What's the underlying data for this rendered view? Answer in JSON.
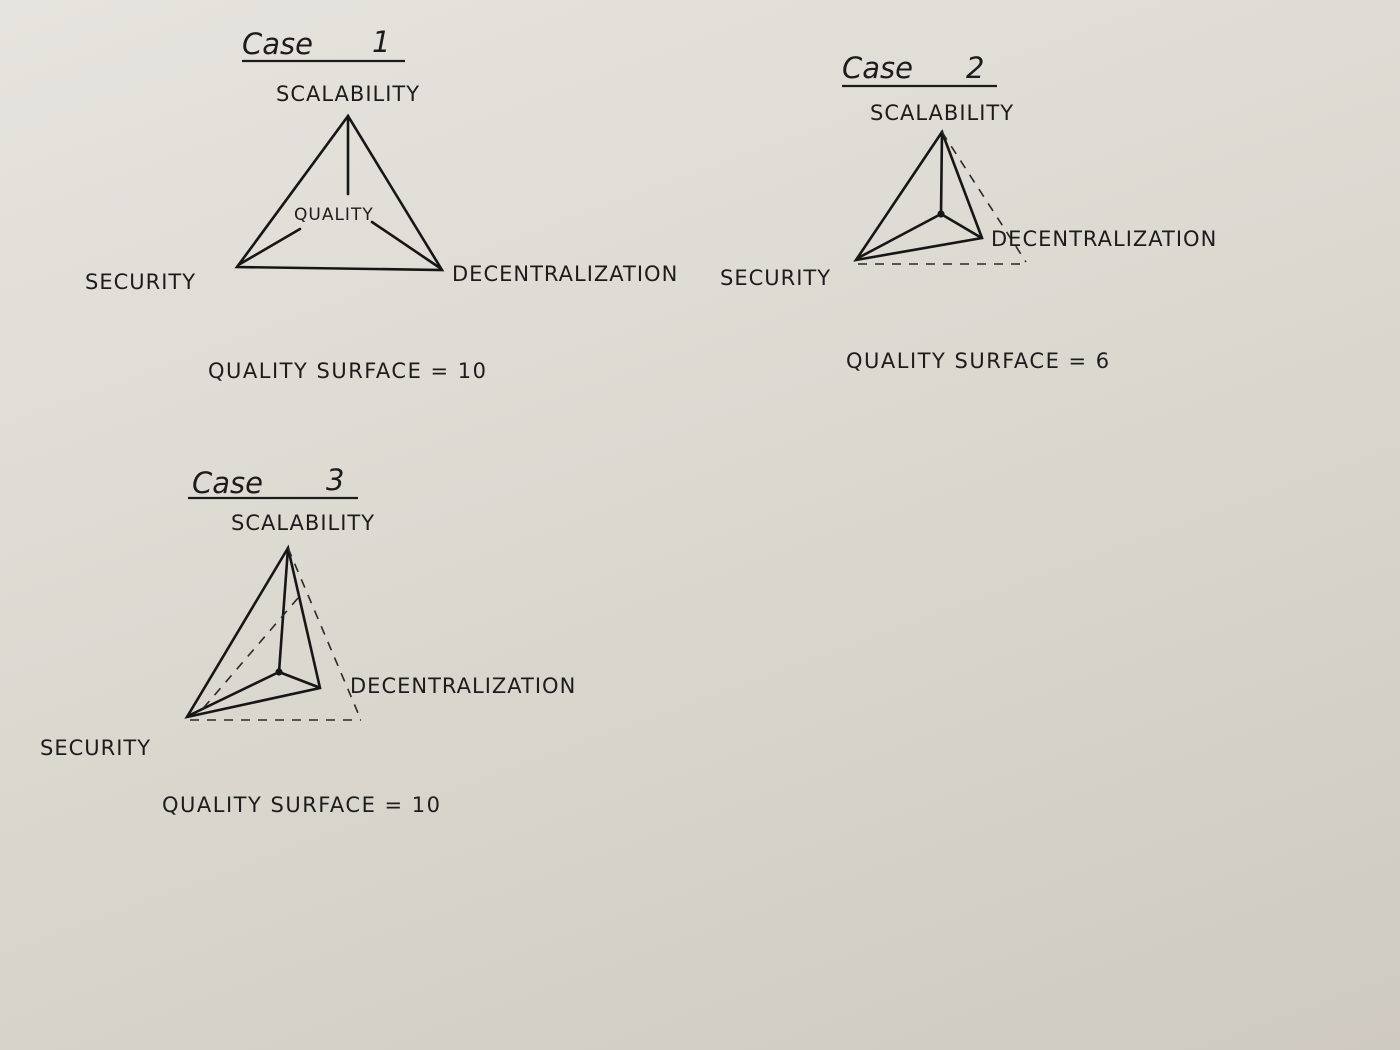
{
  "case1": {
    "title": "Case",
    "number": "1",
    "top_label": "SCALABILITY",
    "center_label": "QUALITY",
    "left_label": "SECURITY",
    "right_label": "DECENTRALIZATION",
    "surface_text": "QUALITY SURFACE = 10"
  },
  "case2": {
    "title": "Case",
    "number": "2",
    "top_label": "SCALABILITY",
    "left_label": "SECURITY",
    "right_label": "DECENTRALIZATION",
    "surface_text": "QUALITY SURFACE = 6"
  },
  "case3": {
    "title": "Case",
    "number": "3",
    "top_label": "SCALABILITY",
    "left_label": "SECURITY",
    "right_label": "DECENTRALIZATION",
    "surface_text": "QUALITY SURFACE = 10"
  },
  "colors": {
    "paper": "#dcd9d1",
    "ink": "#1c1c1c"
  }
}
